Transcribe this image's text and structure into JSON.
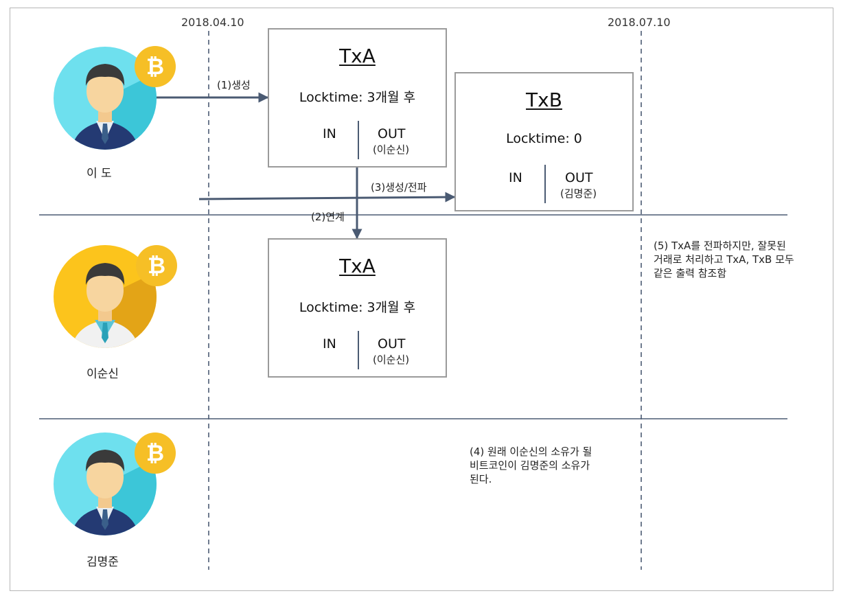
{
  "dates": [
    "2018.04.10",
    "2018.07.10"
  ],
  "people": [
    {
      "name": "이 도",
      "color": "#6ee0ee",
      "shade": "#3cc6d8",
      "coin": "#f6bf26",
      "outfit": "suit"
    },
    {
      "name": "이순신",
      "color": "#fcc41c",
      "shade": "#e3a417",
      "coin": "#f6bf26",
      "outfit": "doctor"
    },
    {
      "name": "김명준",
      "color": "#6ee0ee",
      "shade": "#3cc6d8",
      "coin": "#f6bf26",
      "outfit": "suit"
    }
  ],
  "coin_symbol": "₿",
  "arrows": {
    "create": "(1)생성",
    "link": "(2)연계",
    "create_propagate": "(3)생성/전파"
  },
  "txa_top": {
    "title": "TxA",
    "locktime": "Locktime: 3개월 후",
    "in": "IN",
    "out": "OUT",
    "owner": "(이순신)"
  },
  "txb": {
    "title": "TxB",
    "locktime": "Locktime: 0",
    "in": "IN",
    "out": "OUT",
    "owner": "(김명준)"
  },
  "txa_bottom": {
    "title": "TxA",
    "locktime": "Locktime: 3개월 후",
    "in": "IN",
    "out": "OUT",
    "owner": "(이순신)"
  },
  "notes": {
    "note4": [
      "(4) 원래 이순신의 소유가 될",
      "비트코인이 김명준의 소유가",
      "된다."
    ],
    "note5": [
      "(5) TxA를 전파하지만, 잘못된",
      "거래로 처리하고 TxA, TxB 모두",
      "같은 출력 참조함"
    ]
  },
  "colors": {
    "line": "#4a5a72",
    "box_border": "#9a9a9a",
    "frame": "#b5b5b5"
  }
}
